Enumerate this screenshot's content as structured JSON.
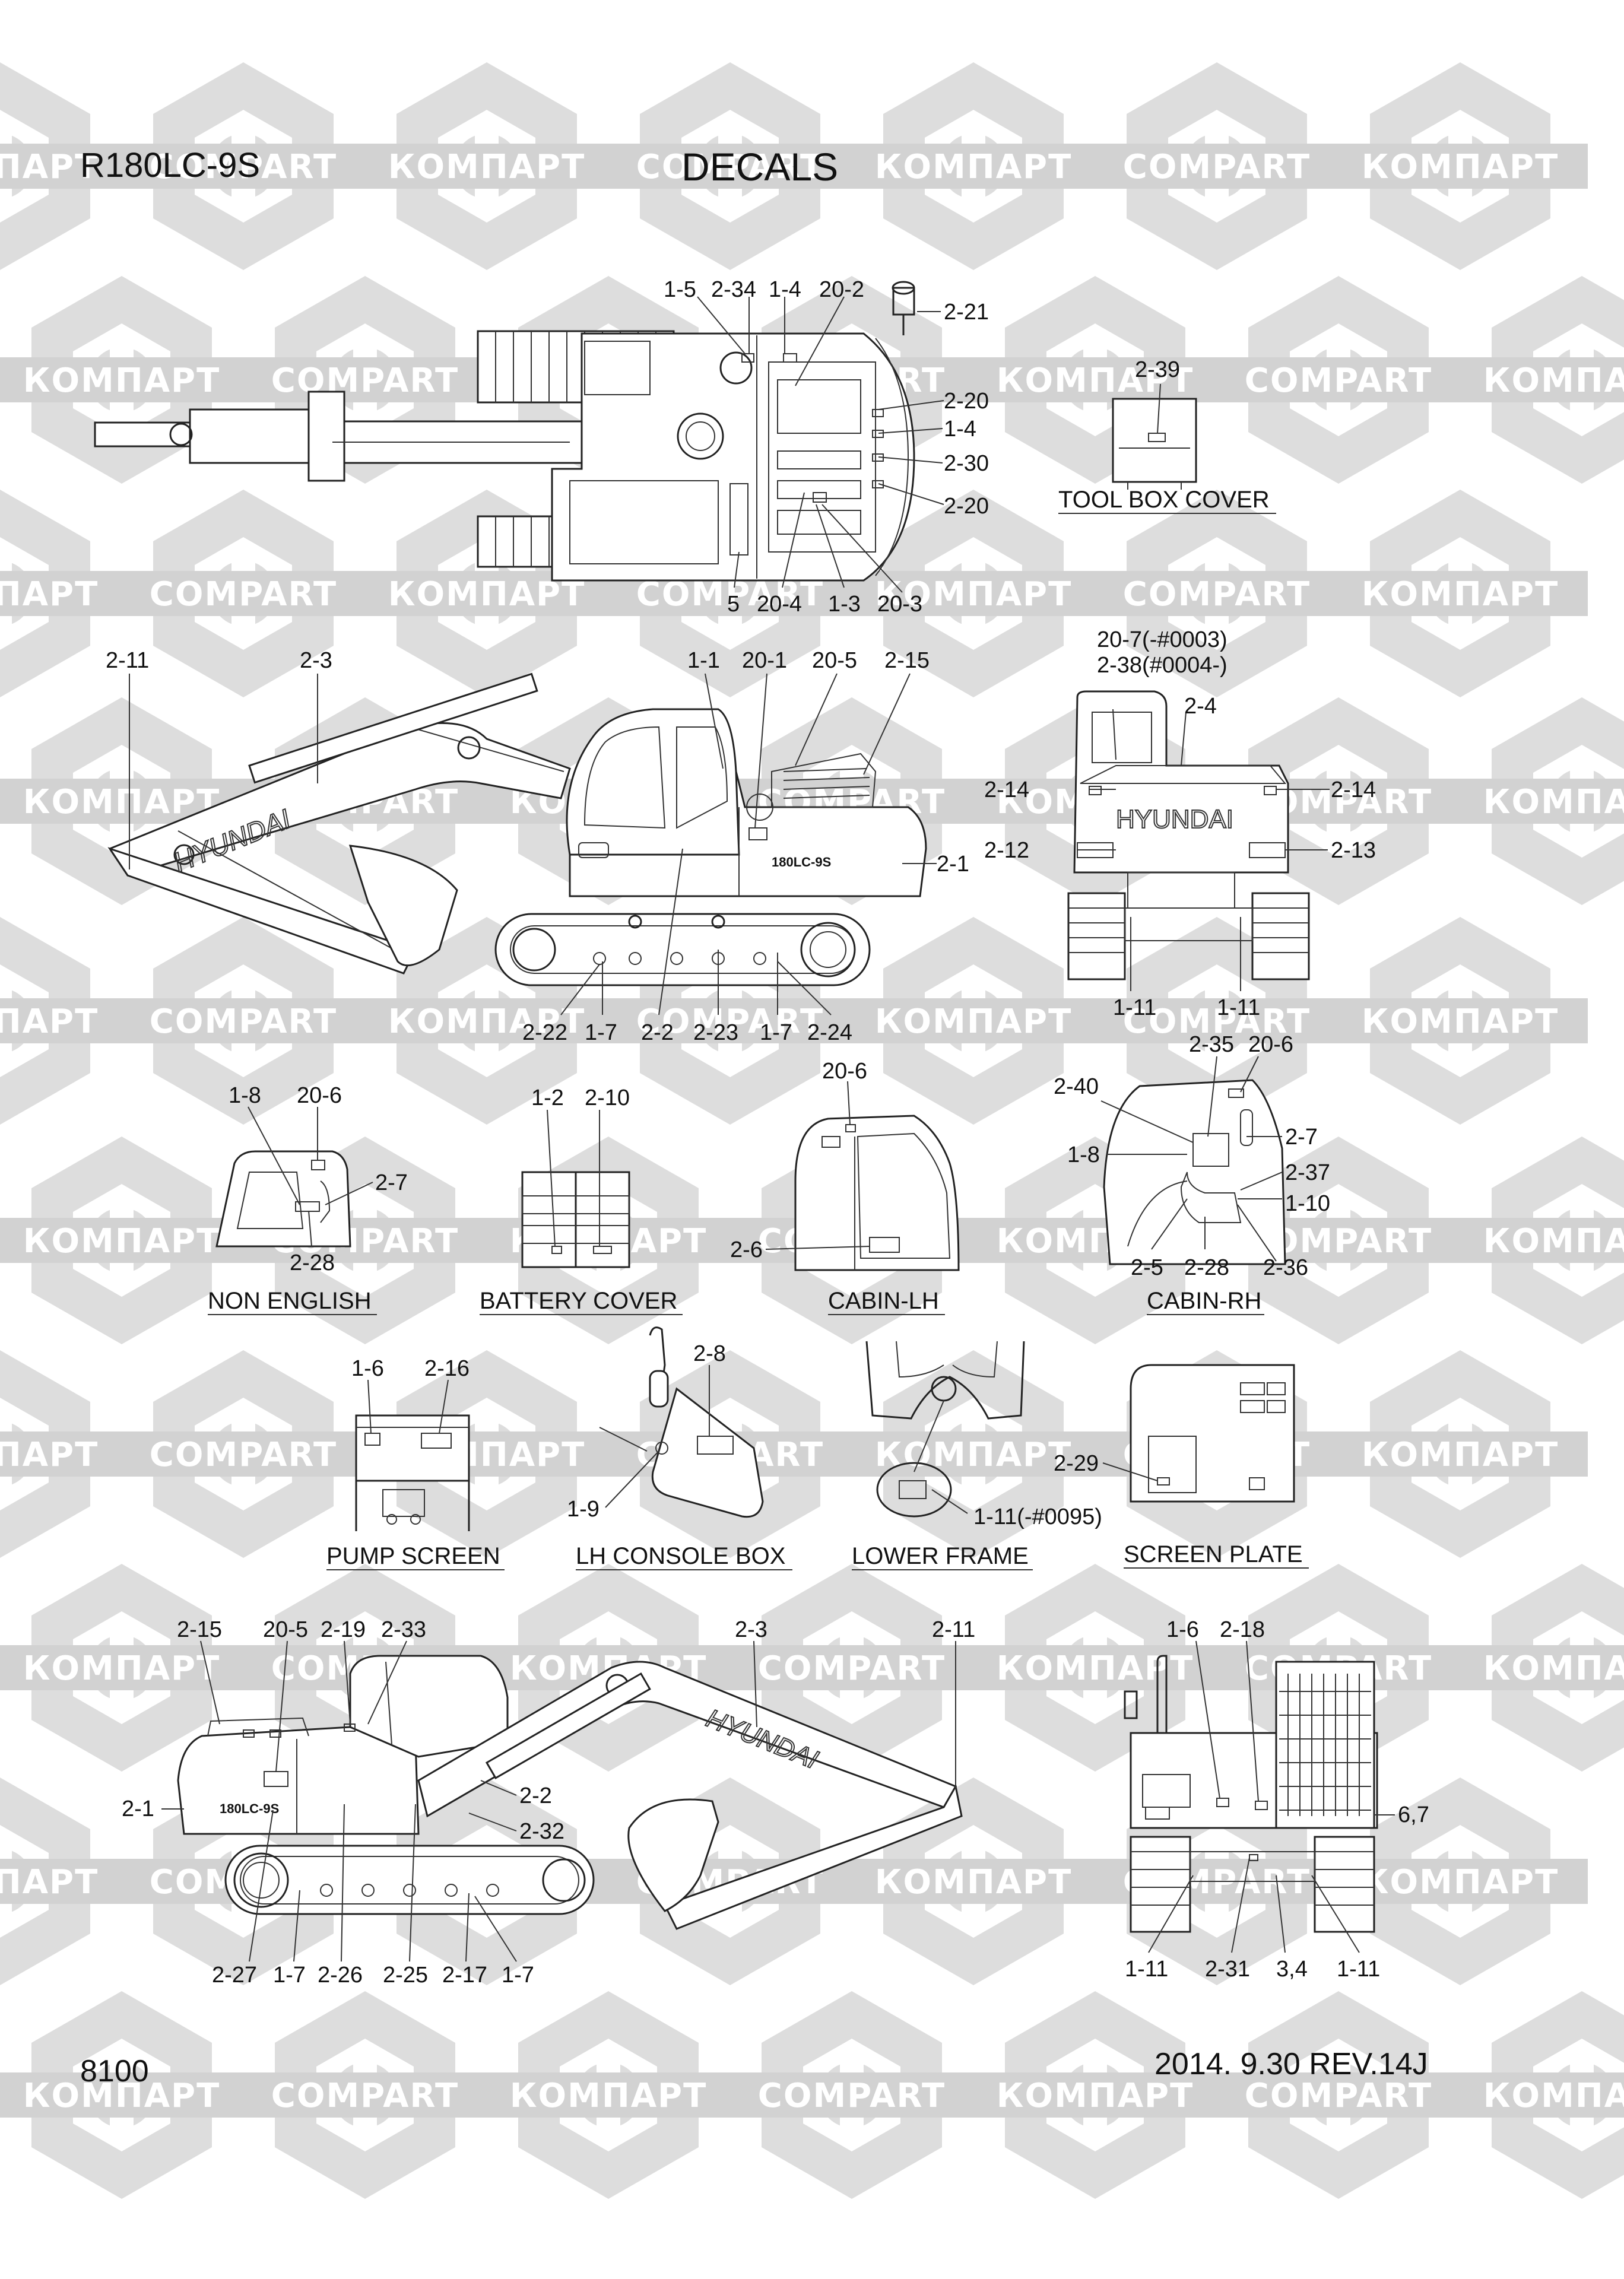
{
  "header": {
    "model": "R180LC-9S",
    "title": "DECALS"
  },
  "footer": {
    "page_number": "8100",
    "revision": "2014. 9.30  REV.14J"
  },
  "watermark": {
    "brand_cyr": "КОМПАРТ",
    "brand_lat": "COMPART",
    "color": "#dcdcdc"
  },
  "sections": {
    "tool_box_cover": "TOOL BOX COVER",
    "non_english": "NON ENGLISH",
    "battery_cover": "BATTERY COVER",
    "cabin_lh": "CABIN-LH",
    "cabin_rh": "CABIN-RH",
    "pump_screen": "PUMP SCREEN",
    "lh_console_box": "LH CONSOLE BOX",
    "lower_frame": "LOWER FRAME",
    "screen_plate": "SCREEN PLATE"
  },
  "decals": {
    "top_1_5": "1-5",
    "top_2_34": "2-34",
    "top_1_4": "1-4",
    "top_20_2": "20-2",
    "top_2_21": "2-21",
    "top_2_20a": "2-20",
    "top_1_4b": "1-4",
    "top_2_30": "2-30",
    "top_2_20b": "2-20",
    "top_5": "5",
    "top_20_4": "20-4",
    "top_1_3": "1-3",
    "top_20_3": "20-3",
    "tb_2_39": "2-39",
    "lh_2_11": "2-11",
    "lh_2_3": "2-3",
    "lh_1_1": "1-1",
    "lh_20_1": "20-1",
    "lh_20_5": "20-5",
    "lh_2_15": "2-15",
    "lh_2_1": "2-1",
    "lh_2_22": "2-22",
    "lh_1_7a": "1-7",
    "lh_2_2": "2-2",
    "lh_2_23": "2-23",
    "lh_1_7b": "1-7",
    "lh_2_24": "2-24",
    "rear_20_7": "20-7(-#0003)",
    "rear_2_38": "2-38(#0004-)",
    "rear_2_4": "2-4",
    "rear_2_14a": "2-14",
    "rear_2_14b": "2-14",
    "rear_2_12": "2-12",
    "rear_2_13": "2-13",
    "rear_1_11a": "1-11",
    "rear_1_11b": "1-11",
    "ne_1_8": "1-8",
    "ne_20_6": "20-6",
    "ne_2_7": "2-7",
    "ne_2_28": "2-28",
    "bc_1_2": "1-2",
    "bc_2_10": "2-10",
    "clh_20_6": "20-6",
    "clh_2_6": "2-6",
    "crh_2_35": "2-35",
    "crh_20_6": "20-6",
    "crh_2_40": "2-40",
    "crh_2_7": "2-7",
    "crh_1_8": "1-8",
    "crh_2_37": "2-37",
    "crh_1_10": "1-10",
    "crh_2_5": "2-5",
    "crh_2_28": "2-28",
    "crh_2_36": "2-36",
    "ps_1_6": "1-6",
    "ps_2_16": "2-16",
    "lcb_2_8": "2-8",
    "lcb_1_9": "1-9",
    "lf_1_11": "1-11(-#0095)",
    "sp_2_29": "2-29",
    "rh_2_15": "2-15",
    "rh_20_5": "20-5",
    "rh_2_19": "2-19",
    "rh_2_33": "2-33",
    "rh_2_3": "2-3",
    "rh_2_11": "2-11",
    "rh_2_1": "2-1",
    "rh_2_2": "2-2",
    "rh_2_32": "2-32",
    "rh_2_27": "2-27",
    "rh_1_7a": "1-7",
    "rh_2_26": "2-26",
    "rh_2_25": "2-25",
    "rh_2_17": "2-17",
    "rh_1_7b": "1-7",
    "fr_1_6": "1-6",
    "fr_2_18": "2-18",
    "fr_6_7": "6,7",
    "fr_1_11a": "1-11",
    "fr_2_31": "2-31",
    "fr_3_4": "3,4",
    "fr_1_11b": "1-11"
  },
  "markings": {
    "brand": "HYUNDAI",
    "model_badge": "180LC-9S"
  }
}
